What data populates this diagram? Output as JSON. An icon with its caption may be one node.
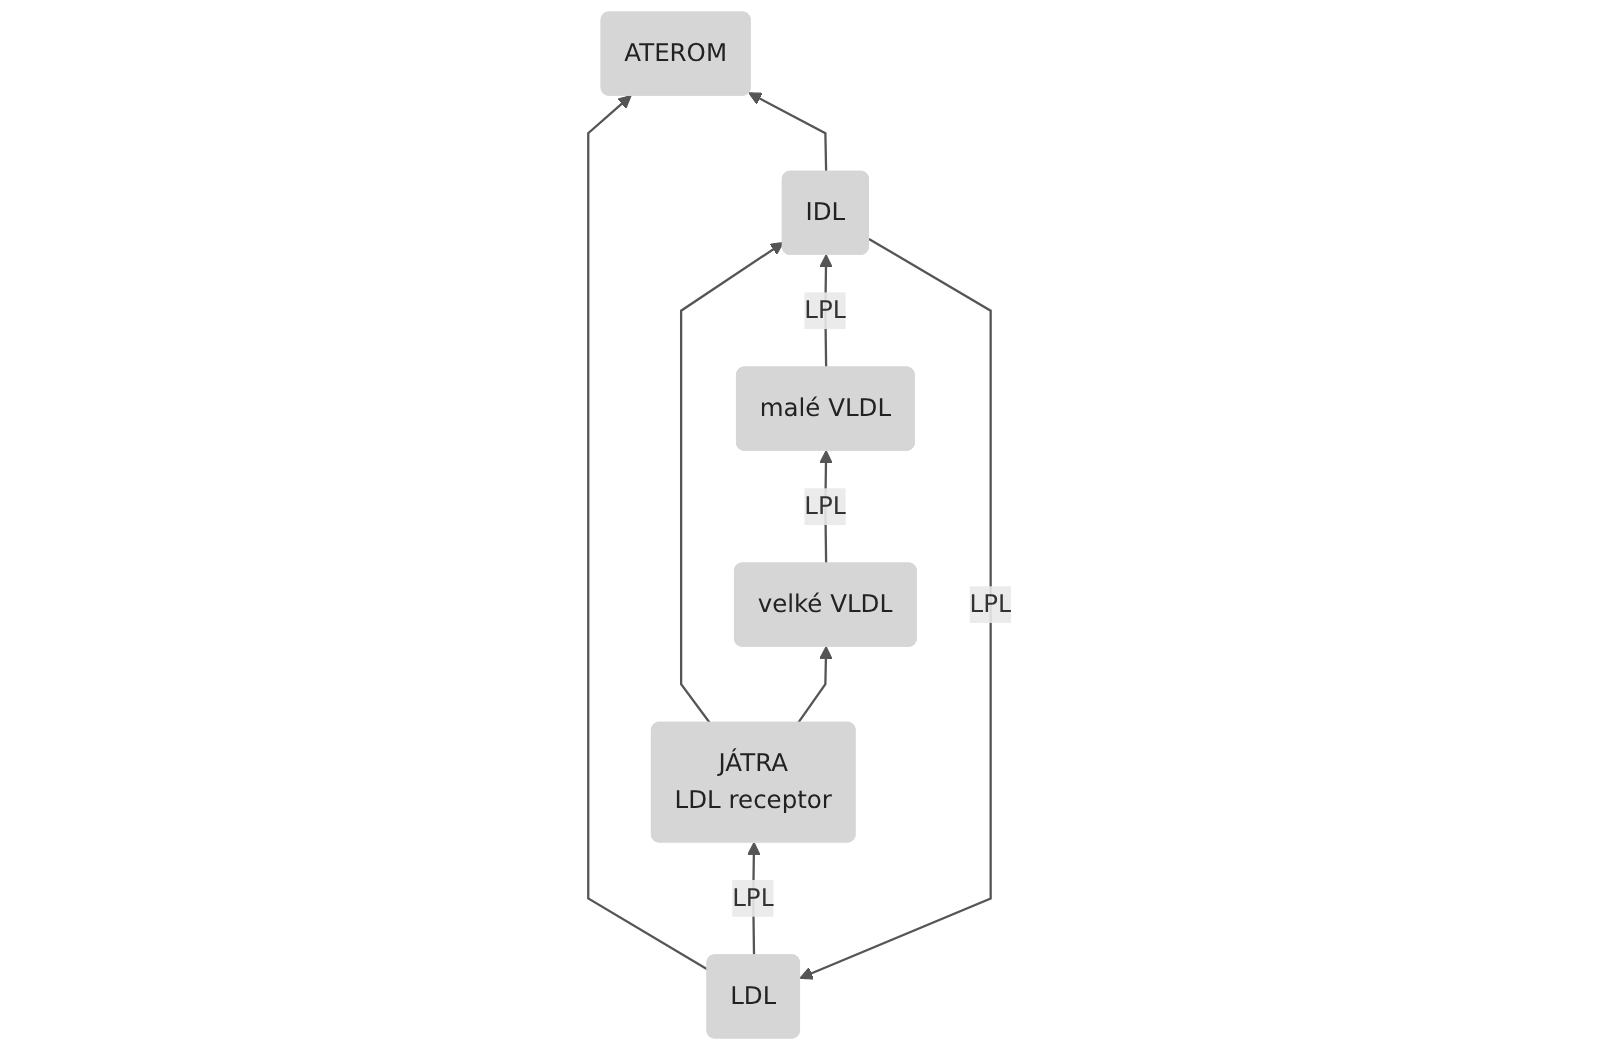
{
  "diagram": {
    "nodes": [
      {
        "text": [
          "ATEROM"
        ]
      },
      {
        "text": [
          "LDL"
        ]
      },
      {
        "text": [
          "IDL"
        ]
      },
      {
        "text": [
          "JÁTRA",
          "LDL receptor"
        ]
      },
      {
        "text": [
          "malé VLDL"
        ]
      },
      {
        "text": [
          "velké VLDL"
        ]
      }
    ],
    "edges": [
      {
        "from": 1,
        "to": 0,
        "arrow": "to"
      },
      {
        "from": 2,
        "to": 0,
        "arrow": "to"
      },
      {
        "from": 2,
        "to": 1,
        "arrow": "to",
        "label": "LPL"
      },
      {
        "from": 1,
        "to": 3,
        "arrow": "to",
        "label": "LPL"
      },
      {
        "from": 3,
        "to": 2,
        "arrow": "to"
      },
      {
        "from": 3,
        "to": 5,
        "arrow": "to"
      },
      {
        "from": 4,
        "to": 2,
        "arrow": "to",
        "label": "LPL"
      },
      {
        "from": 5,
        "to": 4,
        "arrow": "to",
        "label": "LPL"
      }
    ]
  }
}
